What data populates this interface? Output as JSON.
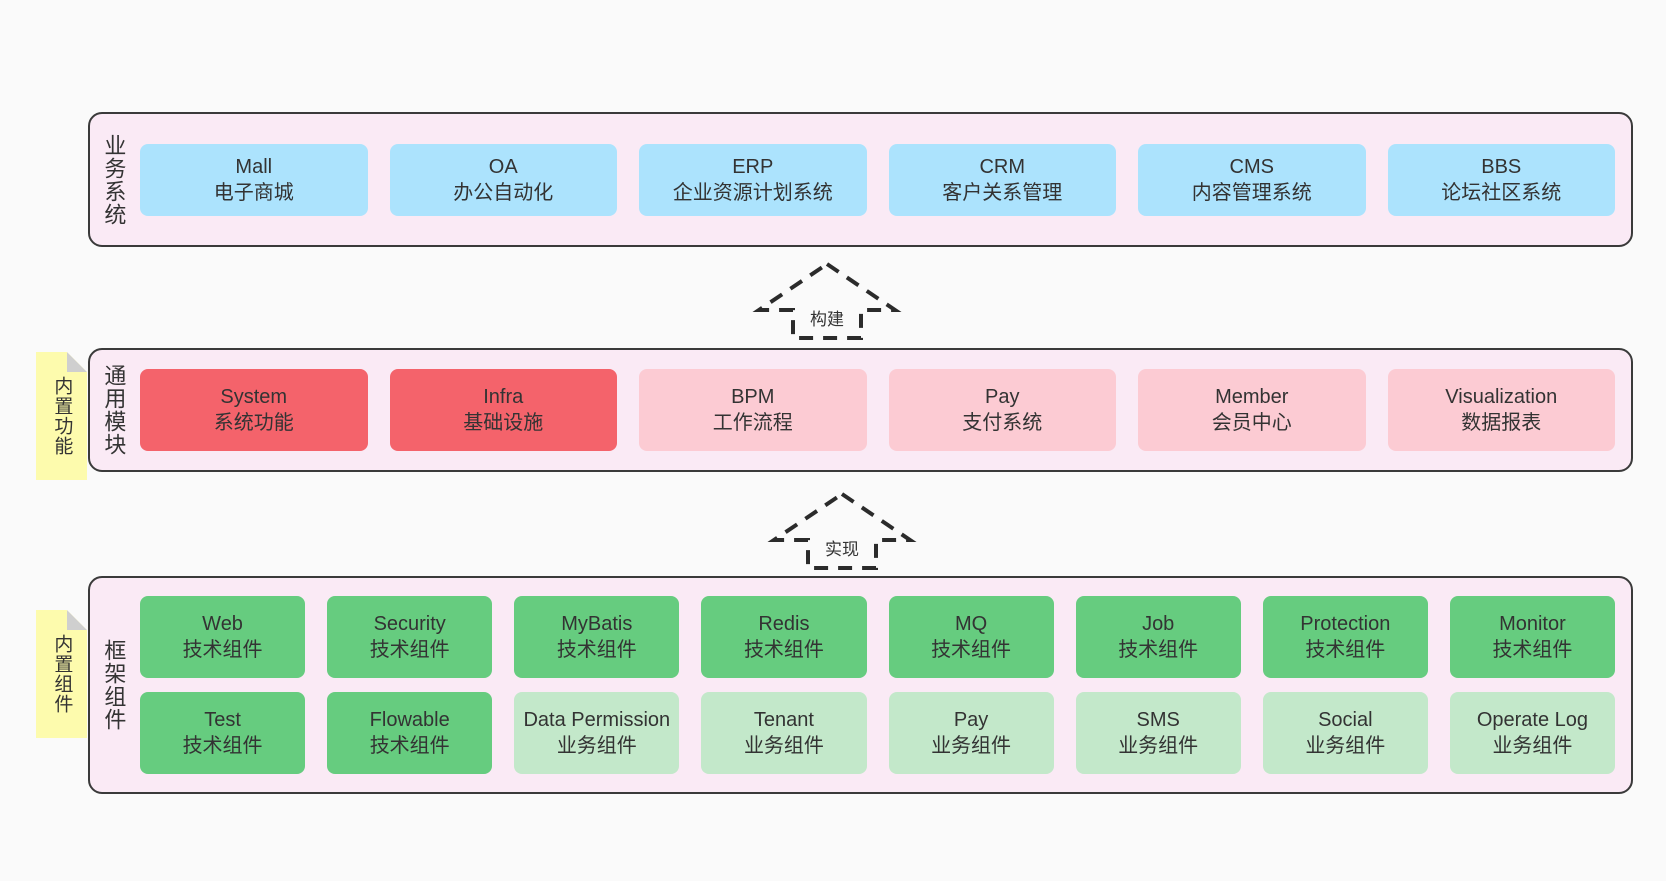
{
  "diagram": {
    "background_color": "#fafafa",
    "layer_fill": "#faeaf5",
    "layer_border": "#3a3a3a",
    "note_color": "#fdfbad"
  },
  "notes": [
    {
      "name": "builtin-functions",
      "text": "内置功能"
    },
    {
      "name": "builtin-components",
      "text": "内置组件"
    }
  ],
  "arrows": [
    {
      "name": "build-arrow",
      "label": "构建"
    },
    {
      "name": "implement-arrow",
      "label": "实现"
    }
  ],
  "layers": [
    {
      "id": "business",
      "label": "业务系统",
      "color": "#ace3fd",
      "rows": [
        [
          {
            "title": "Mall",
            "subtitle": "电子商城",
            "style": "blue"
          },
          {
            "title": "OA",
            "subtitle": "办公自动化",
            "style": "blue"
          },
          {
            "title": "ERP",
            "subtitle": "企业资源计划系统",
            "style": "blue"
          },
          {
            "title": "CRM",
            "subtitle": "客户关系管理",
            "style": "blue"
          },
          {
            "title": "CMS",
            "subtitle": "内容管理系统",
            "style": "blue"
          },
          {
            "title": "BBS",
            "subtitle": "论坛社区系统",
            "style": "blue"
          }
        ]
      ]
    },
    {
      "id": "modules",
      "label": "通用模块",
      "color": "#f4636b",
      "rows": [
        [
          {
            "title": "System",
            "subtitle": "系统功能",
            "style": "red"
          },
          {
            "title": "Infra",
            "subtitle": "基础设施",
            "style": "red"
          },
          {
            "title": "BPM",
            "subtitle": "工作流程",
            "style": "pink"
          },
          {
            "title": "Pay",
            "subtitle": "支付系统",
            "style": "pink"
          },
          {
            "title": "Member",
            "subtitle": "会员中心",
            "style": "pink"
          },
          {
            "title": "Visualization",
            "subtitle": "数据报表",
            "style": "pink"
          }
        ]
      ]
    },
    {
      "id": "framework",
      "label": "框架组件",
      "color": "#66cc7f",
      "rows": [
        [
          {
            "title": "Web",
            "subtitle": "技术组件",
            "style": "green"
          },
          {
            "title": "Security",
            "subtitle": "技术组件",
            "style": "green"
          },
          {
            "title": "MyBatis",
            "subtitle": "技术组件",
            "style": "green"
          },
          {
            "title": "Redis",
            "subtitle": "技术组件",
            "style": "green"
          },
          {
            "title": "MQ",
            "subtitle": "技术组件",
            "style": "green"
          },
          {
            "title": "Job",
            "subtitle": "技术组件",
            "style": "green"
          },
          {
            "title": "Protection",
            "subtitle": "技术组件",
            "style": "green"
          },
          {
            "title": "Monitor",
            "subtitle": "技术组件",
            "style": "green"
          }
        ],
        [
          {
            "title": "Test",
            "subtitle": "技术组件",
            "style": "green"
          },
          {
            "title": "Flowable",
            "subtitle": "技术组件",
            "style": "green"
          },
          {
            "title": "Data Permission",
            "subtitle": "业务组件",
            "style": "lightgreen",
            "wrap": true
          },
          {
            "title": "Tenant",
            "subtitle": "业务组件",
            "style": "lightgreen"
          },
          {
            "title": "Pay",
            "subtitle": "业务组件",
            "style": "lightgreen"
          },
          {
            "title": "SMS",
            "subtitle": "业务组件",
            "style": "lightgreen"
          },
          {
            "title": "Social",
            "subtitle": "业务组件",
            "style": "lightgreen"
          },
          {
            "title": "Operate Log",
            "subtitle": "业务组件",
            "style": "lightgreen"
          }
        ]
      ]
    }
  ]
}
